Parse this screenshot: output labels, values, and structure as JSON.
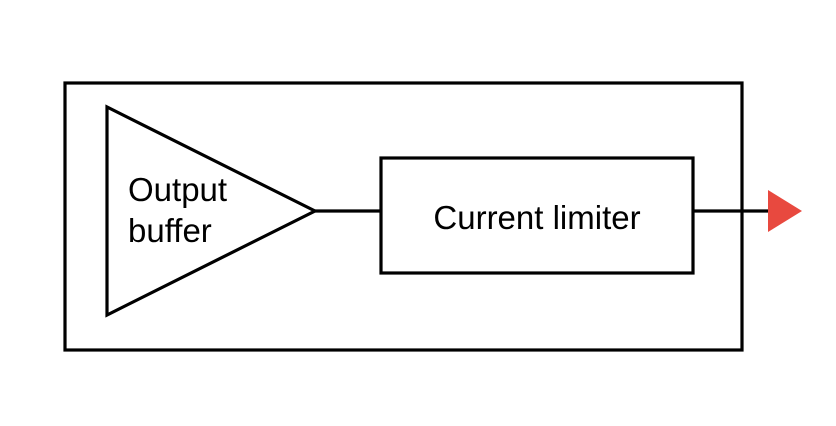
{
  "colors": {
    "background": "#FFFFFF",
    "line": "#000000",
    "arrow": "#E8493F"
  },
  "diagram": {
    "enclosure": "system-boundary-box",
    "output_buffer": {
      "shape": "triangle-amplifier-symbol",
      "line1": "Output",
      "line2": "buffer"
    },
    "current_limiter": {
      "shape": "rectangle",
      "label": "Current limiter"
    },
    "output_arrow": {
      "icon": "red-right-arrowhead"
    }
  }
}
